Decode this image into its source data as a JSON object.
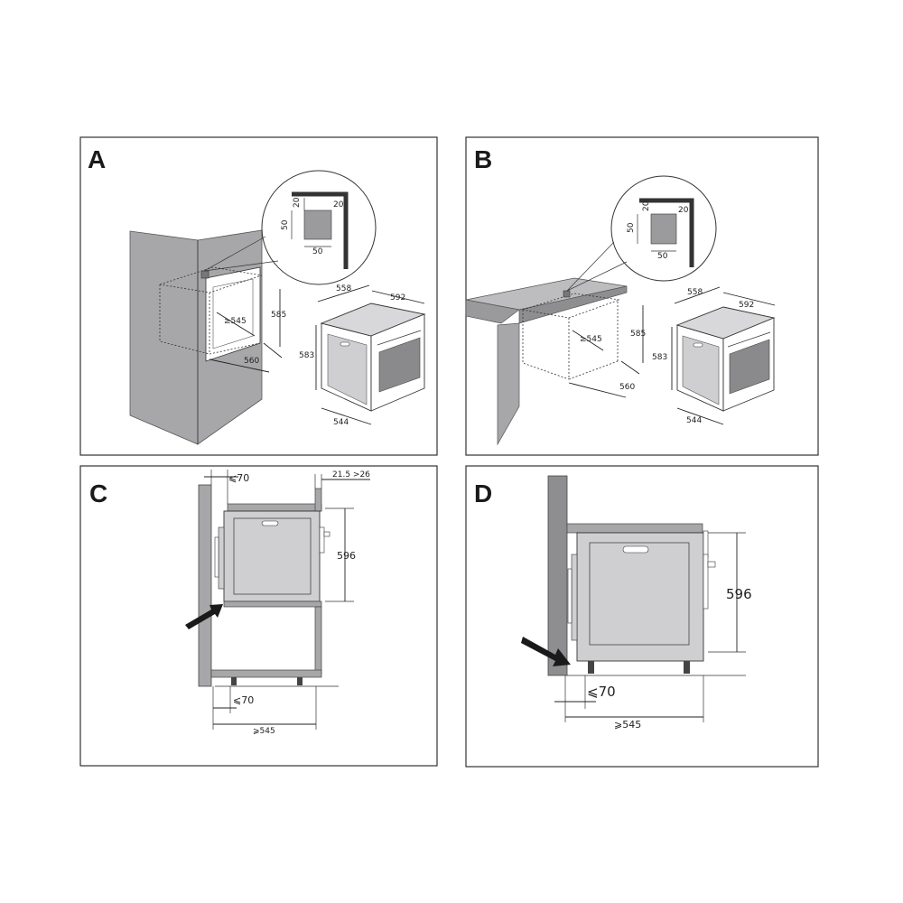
{
  "panels": {
    "a": {
      "letter": "A",
      "inset": {
        "top_gap": "20",
        "side_gap": "20",
        "height": "50",
        "width": "50"
      },
      "niche": {
        "depth": "560",
        "height": "585",
        "width": "≥545"
      },
      "oven": {
        "width": "558",
        "depth": "592",
        "height": "583",
        "body_width": "544"
      }
    },
    "b": {
      "letter": "B",
      "inset": {
        "top_gap": "20",
        "side_gap": "20",
        "height": "50",
        "width": "50"
      },
      "niche": {
        "depth": "560",
        "height": "585",
        "width": "≥545"
      },
      "oven": {
        "width": "558",
        "depth": "592",
        "height": "583",
        "body_width": "544"
      }
    },
    "c": {
      "letter": "C",
      "gap_top": "⩽70",
      "panel_range": "21.5 >26",
      "height": "596",
      "gap_bottom": "⩽70",
      "min_depth": "⩾545"
    },
    "d": {
      "letter": "D",
      "height": "596",
      "gap": "⩽70",
      "min_depth": "⩾545"
    }
  },
  "colors": {
    "cabinet": "#a7a7a9",
    "cabinet_dark": "#8e8e90",
    "oven_face": "#d0d0d2",
    "frame": "#333333"
  }
}
